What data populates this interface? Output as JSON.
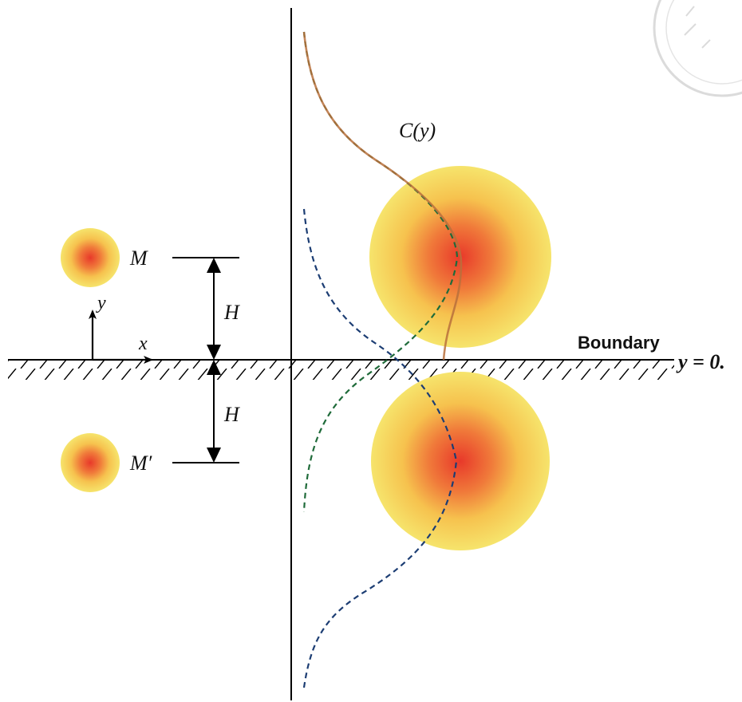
{
  "labels": {
    "source": "M",
    "image_source": "M′",
    "distance_upper": "H",
    "distance_lower": "H",
    "axis_x": "x",
    "axis_y": "y",
    "concentration_profile": "C(y)",
    "boundary": "Boundary",
    "boundary_equation": "y = 0."
  },
  "colors": {
    "blob_center": "#e8392a",
    "blob_mid": "#f6a23c",
    "blob_edge": "#f5e36a",
    "curve_source": "#1f6b3a",
    "curve_image": "#1c3d73",
    "curve_sum": "#b8703c",
    "line": "#000000"
  },
  "icons": {
    "seal": "university-seal-watermark"
  }
}
